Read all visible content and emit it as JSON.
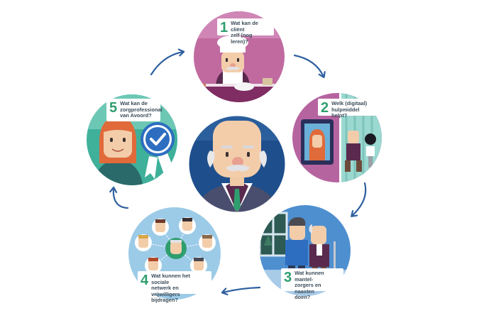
{
  "colors": {
    "accent_green": "#2f9e6e",
    "arrow_blue": "#2e5f9e",
    "center_blue": "#1e4f8c",
    "step1_bg": "#c06aa0",
    "step2_bg": "#b664a0",
    "step3_bg": "#4e8fd0",
    "step4_bg": "#9ccbe8",
    "step5_bg": "#3fb09a",
    "text_dark": "#3c4d5a"
  },
  "center": {
    "name": "elderly-client-illustration"
  },
  "steps": [
    {
      "number": "1",
      "question": "Wat kan de cliënt\nzelf (nog leren)?",
      "scene": "client-chef-illustration"
    },
    {
      "number": "2",
      "question": "Welk (digitaal)\nhulpmiddel helpt?",
      "scene": "digital-aid-illustration"
    },
    {
      "number": "3",
      "question": "Wat kunnen mantel-\nzorgers en naasten\ndoen?",
      "scene": "caregivers-illustration"
    },
    {
      "number": "4",
      "question": "Wat kunnen het sociale\nnetwerk en vrijwilligers\nbijdragen?",
      "scene": "social-network-illustration"
    },
    {
      "number": "5",
      "question": "Wat kan de\nzorgprofessional\nvan Avoord?",
      "scene": "care-professional-illustration"
    }
  ],
  "icons": [
    "cycle-arrow-icon",
    "check-badge-icon"
  ]
}
